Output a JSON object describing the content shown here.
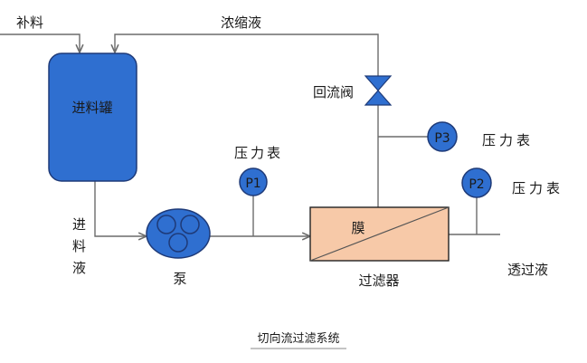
{
  "labels": {
    "feed_in": "补料",
    "concentrate": "浓缩液",
    "feed_tank": "进料罐",
    "return_valve": "回流阀",
    "pressure_gauge_1": "压力表",
    "pressure_gauge_2": "压力表",
    "pressure_gauge_3": "压力表",
    "feed_liquid_1": "进",
    "feed_liquid_2": "料",
    "feed_liquid_3": "液",
    "pump": "泵",
    "membrane": "膜",
    "filter": "过滤器",
    "permeate": "透过液",
    "caption": "切向流过滤系统"
  },
  "gauges": {
    "p1": "P1",
    "p2": "P2",
    "p3": "P3"
  },
  "colors": {
    "tank_fill": "#2f6fd0",
    "gauge_fill": "#2f6fd0",
    "filter_fill": "#f7c9a8",
    "line": "#6b6b6b"
  }
}
